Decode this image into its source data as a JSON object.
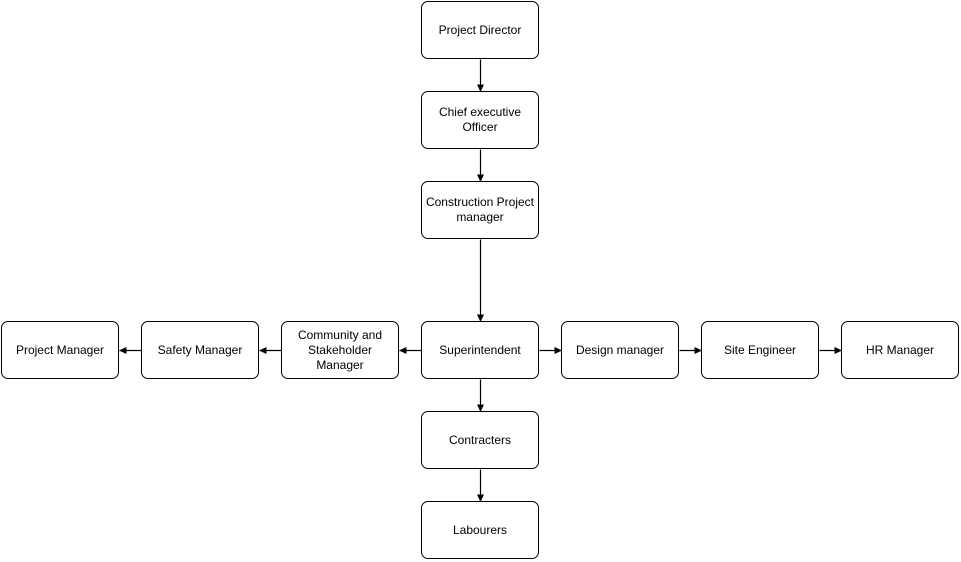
{
  "diagram": {
    "nodes": [
      {
        "id": "project-director",
        "label": "Project Director"
      },
      {
        "id": "ceo",
        "label": "Chief executive Officer"
      },
      {
        "id": "construction-pm",
        "label": "Construction Project manager"
      },
      {
        "id": "superintendent",
        "label": "Superintendent"
      },
      {
        "id": "community-stakeholder-manager",
        "label": "Community and Stakeholder Manager"
      },
      {
        "id": "safety-manager",
        "label": "Safety Manager"
      },
      {
        "id": "project-manager",
        "label": "Project Manager"
      },
      {
        "id": "design-manager",
        "label": "Design manager"
      },
      {
        "id": "site-engineer",
        "label": "Site Engineer"
      },
      {
        "id": "hr-manager",
        "label": "HR Manager"
      },
      {
        "id": "contracters",
        "label": "Contracters"
      },
      {
        "id": "labourers",
        "label": "Labourers"
      }
    ],
    "edges": [
      {
        "from": "project-director",
        "to": "ceo"
      },
      {
        "from": "ceo",
        "to": "construction-pm"
      },
      {
        "from": "construction-pm",
        "to": "superintendent"
      },
      {
        "from": "superintendent",
        "to": "community-stakeholder-manager"
      },
      {
        "from": "community-stakeholder-manager",
        "to": "safety-manager"
      },
      {
        "from": "safety-manager",
        "to": "project-manager"
      },
      {
        "from": "superintendent",
        "to": "design-manager"
      },
      {
        "from": "design-manager",
        "to": "site-engineer"
      },
      {
        "from": "site-engineer",
        "to": "hr-manager"
      },
      {
        "from": "superintendent",
        "to": "contracters"
      },
      {
        "from": "contracters",
        "to": "labourers"
      }
    ]
  }
}
